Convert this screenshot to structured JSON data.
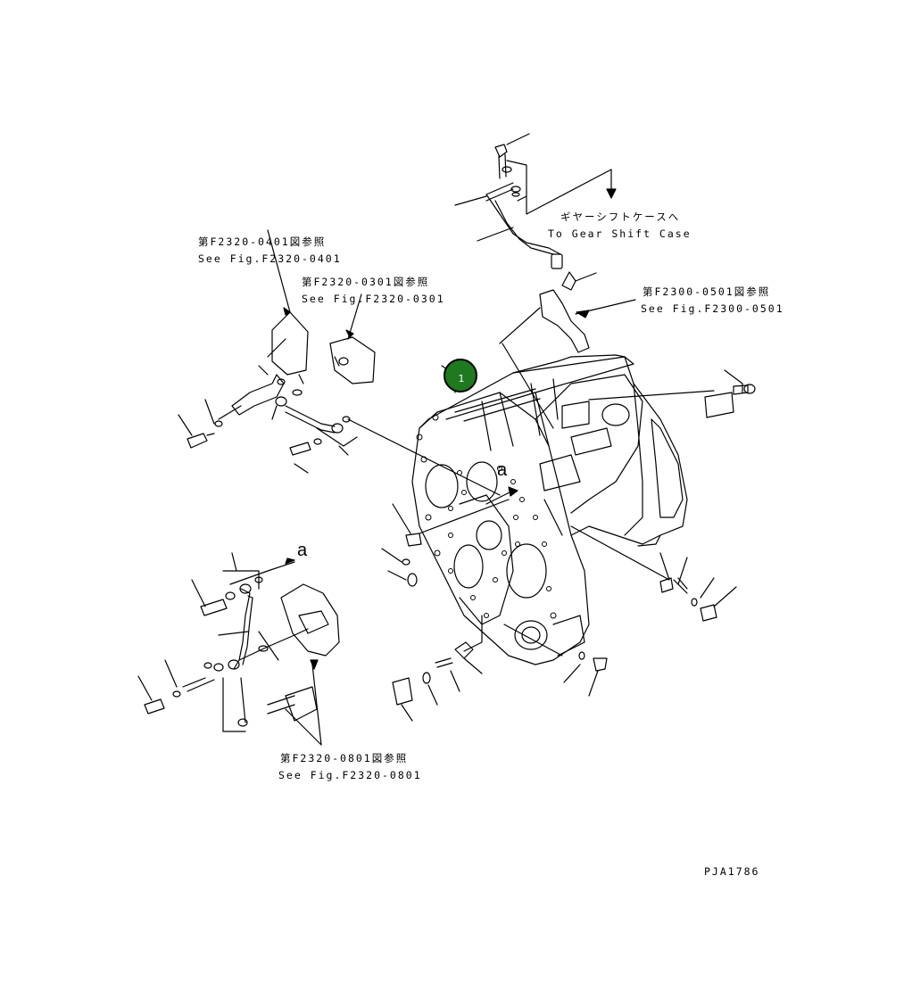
{
  "callouts": {
    "ref_a": {
      "jp": "第F2320-0401図参照",
      "en": "See Fig.F2320-0401"
    },
    "ref_b": {
      "jp": "第F2320-0301図参照",
      "en": "See Fig.F2320-0301"
    },
    "ref_c": {
      "jp": "ギヤーシフトケースへ",
      "en": "To Gear Shift Case"
    },
    "ref_d": {
      "jp": "第F2300-0501図参照",
      "en": "See Fig.F2300-0501"
    },
    "ref_e": {
      "jp": "第F2320-0801図参照",
      "en": "See Fig.F2320-0801"
    }
  },
  "markers": {
    "a_upper": "a",
    "a_lower": "a"
  },
  "part_badge": {
    "number": "1",
    "color": "#1f7a1f"
  },
  "drawing_code": "PJA1786",
  "stroke_color": "#000000"
}
